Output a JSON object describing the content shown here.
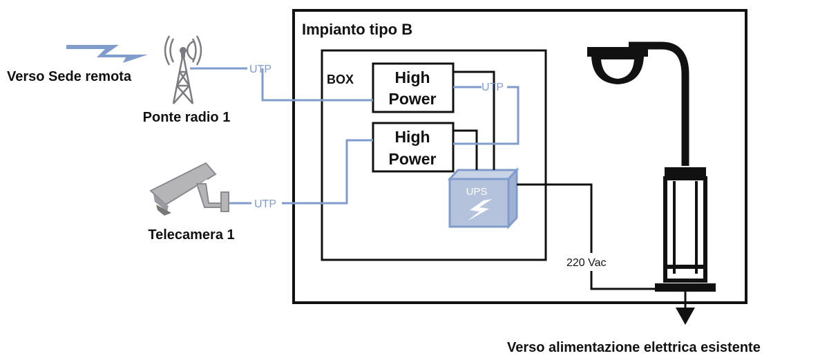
{
  "plant": {
    "title": "Impianto tipo B"
  },
  "box": {
    "label": "BOX"
  },
  "high_power_1": {
    "line1": "High",
    "line2": "Power"
  },
  "high_power_2": {
    "line1": "High",
    "line2": "Power"
  },
  "ups": {
    "label": "UPS"
  },
  "radio": {
    "direction_label": "Verso Sede remota",
    "name": "Ponte radio 1"
  },
  "camera": {
    "name": "Telecamera 1"
  },
  "links": {
    "utp_radio": "UTP",
    "utp_boxes": "UTP",
    "utp_camera": "UTP",
    "power": "220 Vac"
  },
  "footer": {
    "power_direction": "Verso alimentazione elettrica esistente"
  },
  "colors": {
    "line_black": "#111111",
    "line_blue": "#7f9ccc",
    "ups_fill": "#b4c2dc",
    "icon_gray": "#b5b5b8"
  }
}
